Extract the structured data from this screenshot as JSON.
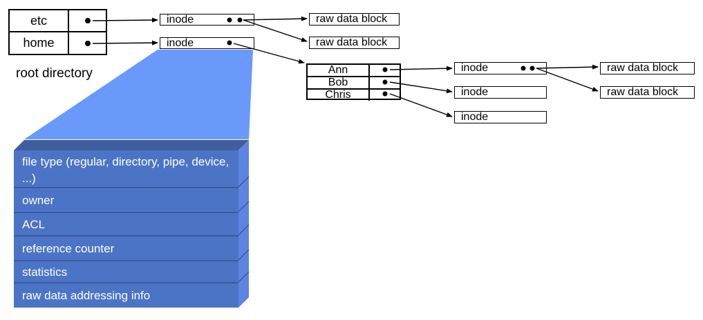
{
  "root_directory": {
    "caption": "root directory",
    "rows": [
      "etc",
      "home"
    ]
  },
  "top_inodes": [
    {
      "label": "inode"
    },
    {
      "label": "inode"
    }
  ],
  "top_raw_blocks": [
    {
      "label": "raw data block"
    },
    {
      "label": "raw data block"
    }
  ],
  "home_directory": {
    "rows": [
      "Ann",
      "Bob",
      "Chris"
    ]
  },
  "user_inodes": [
    {
      "label": "inode"
    },
    {
      "label": "inode"
    },
    {
      "label": "inode"
    }
  ],
  "right_raw_blocks": [
    {
      "label": "raw data block"
    },
    {
      "label": "raw data block"
    }
  ],
  "inode_structure": {
    "fields": [
      "file type (regular, directory, pipe, device, ...)",
      "owner",
      "ACL",
      "reference counter",
      "statistics",
      "raw data addressing info"
    ]
  },
  "colors": {
    "zoom_beam": "#6999FB",
    "structure_front": "#4C74C6",
    "structure_top": "#3F5E9D",
    "structure_side": "#5C85E2",
    "structure_separator": "#3A5A9D",
    "line": "#000000",
    "text_on_blue": "#FFFFFF"
  }
}
